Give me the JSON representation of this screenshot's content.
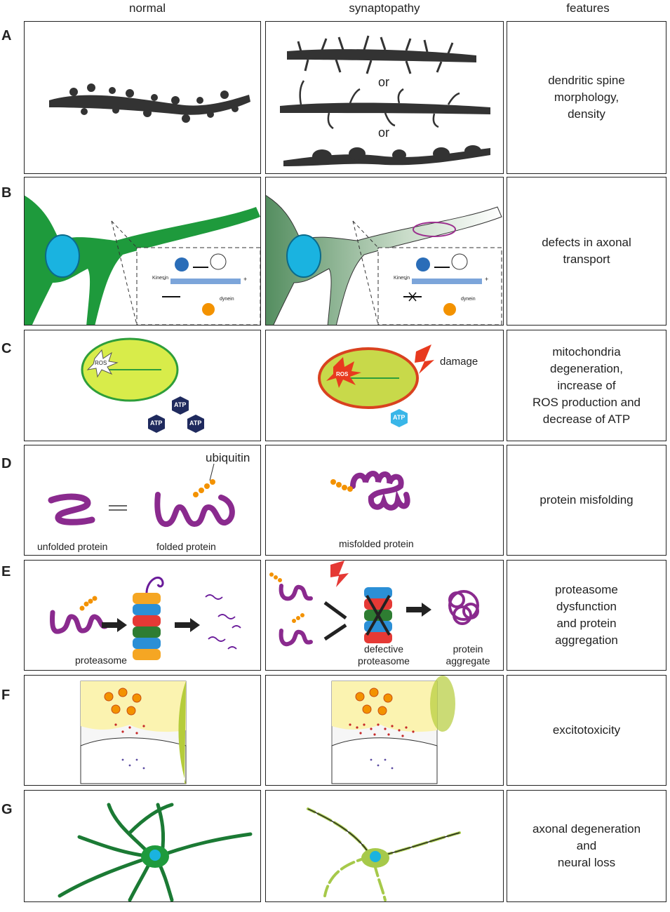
{
  "columns": {
    "normal": "normal",
    "synaptopathy": "synaptopathy",
    "features": "features"
  },
  "rows": [
    {
      "letter": "A",
      "feature": "dendritic spine\nmorphology,\ndensity"
    },
    {
      "letter": "B",
      "feature": "defects in axonal\ntransport"
    },
    {
      "letter": "C",
      "feature": "mitochondria\ndegeneration,\nincrease of\nROS production and\ndecrease of ATP"
    },
    {
      "letter": "D",
      "feature": "protein misfolding"
    },
    {
      "letter": "E",
      "feature": "proteasome\ndysfunction\nand protein\naggregation"
    },
    {
      "letter": "F",
      "feature": "excitotoxicity"
    },
    {
      "letter": "G",
      "feature": "axonal degeneration\nand\nneural loss"
    }
  ],
  "labels": {
    "or1": "or",
    "or2": "or",
    "kinesin": "Kinesin",
    "dynein": "dynein",
    "minus": "-",
    "plus": "+",
    "ros": "ROS",
    "atp": "ATP",
    "damage": "damage",
    "ubiquitin": "ubiquitin",
    "unfolded_protein": "unfolded protein",
    "folded_protein": "folded protein",
    "misfolded_protein": "misfolded protein",
    "proteasome": "proteasome",
    "defective_proteasome": "defective\nproteasome",
    "protein_aggregate": "protein\naggregate"
  }
}
